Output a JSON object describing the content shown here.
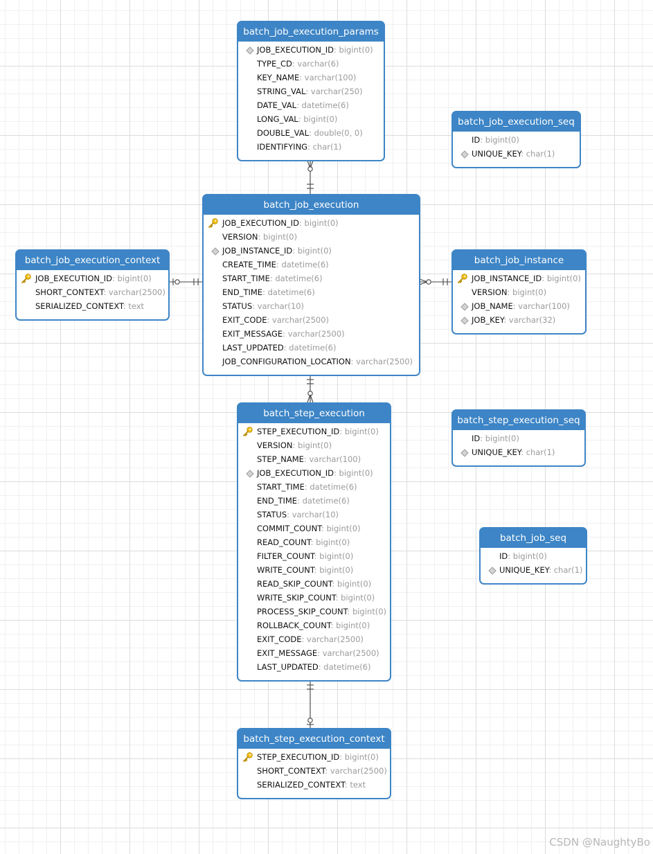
{
  "diagram": {
    "tables": [
      {
        "name": "batch_job_execution_params",
        "columns": [
          {
            "name": "JOB_EXECUTION_ID",
            "type": "bigint(0)",
            "key": "index"
          },
          {
            "name": "TYPE_CD",
            "type": "varchar(6)",
            "key": "none"
          },
          {
            "name": "KEY_NAME",
            "type": "varchar(100)",
            "key": "none"
          },
          {
            "name": "STRING_VAL",
            "type": "varchar(250)",
            "key": "none"
          },
          {
            "name": "DATE_VAL",
            "type": "datetime(6)",
            "key": "none"
          },
          {
            "name": "LONG_VAL",
            "type": "bigint(0)",
            "key": "none"
          },
          {
            "name": "DOUBLE_VAL",
            "type": "double(0, 0)",
            "key": "none"
          },
          {
            "name": "IDENTIFYING",
            "type": "char(1)",
            "key": "none"
          }
        ]
      },
      {
        "name": "batch_job_execution_seq",
        "columns": [
          {
            "name": "ID",
            "type": "bigint(0)",
            "key": "none"
          },
          {
            "name": "UNIQUE_KEY",
            "type": "char(1)",
            "key": "index"
          }
        ]
      },
      {
        "name": "batch_job_execution",
        "columns": [
          {
            "name": "JOB_EXECUTION_ID",
            "type": "bigint(0)",
            "key": "primary"
          },
          {
            "name": "VERSION",
            "type": "bigint(0)",
            "key": "none"
          },
          {
            "name": "JOB_INSTANCE_ID",
            "type": "bigint(0)",
            "key": "index"
          },
          {
            "name": "CREATE_TIME",
            "type": "datetime(6)",
            "key": "none"
          },
          {
            "name": "START_TIME",
            "type": "datetime(6)",
            "key": "none"
          },
          {
            "name": "END_TIME",
            "type": "datetime(6)",
            "key": "none"
          },
          {
            "name": "STATUS",
            "type": "varchar(10)",
            "key": "none"
          },
          {
            "name": "EXIT_CODE",
            "type": "varchar(2500)",
            "key": "none"
          },
          {
            "name": "EXIT_MESSAGE",
            "type": "varchar(2500)",
            "key": "none"
          },
          {
            "name": "LAST_UPDATED",
            "type": "datetime(6)",
            "key": "none"
          },
          {
            "name": "JOB_CONFIGURATION_LOCATION",
            "type": "varchar(2500)",
            "key": "none"
          }
        ]
      },
      {
        "name": "batch_job_execution_context",
        "columns": [
          {
            "name": "JOB_EXECUTION_ID",
            "type": "bigint(0)",
            "key": "primary"
          },
          {
            "name": "SHORT_CONTEXT",
            "type": "varchar(2500)",
            "key": "none"
          },
          {
            "name": "SERIALIZED_CONTEXT",
            "type": "text",
            "key": "none"
          }
        ]
      },
      {
        "name": "batch_job_instance",
        "columns": [
          {
            "name": "JOB_INSTANCE_ID",
            "type": "bigint(0)",
            "key": "primary"
          },
          {
            "name": "VERSION",
            "type": "bigint(0)",
            "key": "none"
          },
          {
            "name": "JOB_NAME",
            "type": "varchar(100)",
            "key": "index"
          },
          {
            "name": "JOB_KEY",
            "type": "varchar(32)",
            "key": "index"
          }
        ]
      },
      {
        "name": "batch_step_execution",
        "columns": [
          {
            "name": "STEP_EXECUTION_ID",
            "type": "bigint(0)",
            "key": "primary"
          },
          {
            "name": "VERSION",
            "type": "bigint(0)",
            "key": "none"
          },
          {
            "name": "STEP_NAME",
            "type": "varchar(100)",
            "key": "none"
          },
          {
            "name": "JOB_EXECUTION_ID",
            "type": "bigint(0)",
            "key": "index"
          },
          {
            "name": "START_TIME",
            "type": "datetime(6)",
            "key": "none"
          },
          {
            "name": "END_TIME",
            "type": "datetime(6)",
            "key": "none"
          },
          {
            "name": "STATUS",
            "type": "varchar(10)",
            "key": "none"
          },
          {
            "name": "COMMIT_COUNT",
            "type": "bigint(0)",
            "key": "none"
          },
          {
            "name": "READ_COUNT",
            "type": "bigint(0)",
            "key": "none"
          },
          {
            "name": "FILTER_COUNT",
            "type": "bigint(0)",
            "key": "none"
          },
          {
            "name": "WRITE_COUNT",
            "type": "bigint(0)",
            "key": "none"
          },
          {
            "name": "READ_SKIP_COUNT",
            "type": "bigint(0)",
            "key": "none"
          },
          {
            "name": "WRITE_SKIP_COUNT",
            "type": "bigint(0)",
            "key": "none"
          },
          {
            "name": "PROCESS_SKIP_COUNT",
            "type": "bigint(0)",
            "key": "none"
          },
          {
            "name": "ROLLBACK_COUNT",
            "type": "bigint(0)",
            "key": "none"
          },
          {
            "name": "EXIT_CODE",
            "type": "varchar(2500)",
            "key": "none"
          },
          {
            "name": "EXIT_MESSAGE",
            "type": "varchar(2500)",
            "key": "none"
          },
          {
            "name": "LAST_UPDATED",
            "type": "datetime(6)",
            "key": "none"
          }
        ]
      },
      {
        "name": "batch_step_execution_seq",
        "columns": [
          {
            "name": "ID",
            "type": "bigint(0)",
            "key": "none"
          },
          {
            "name": "UNIQUE_KEY",
            "type": "char(1)",
            "key": "index"
          }
        ]
      },
      {
        "name": "batch_job_seq",
        "columns": [
          {
            "name": "ID",
            "type": "bigint(0)",
            "key": "none"
          },
          {
            "name": "UNIQUE_KEY",
            "type": "char(1)",
            "key": "index"
          }
        ]
      },
      {
        "name": "batch_step_execution_context",
        "columns": [
          {
            "name": "STEP_EXECUTION_ID",
            "type": "bigint(0)",
            "key": "primary"
          },
          {
            "name": "SHORT_CONTEXT",
            "type": "varchar(2500)",
            "key": "none"
          },
          {
            "name": "SERIALIZED_CONTEXT",
            "type": "text",
            "key": "none"
          }
        ]
      }
    ],
    "relationships": [
      {
        "from": "batch_job_execution",
        "to": "batch_job_execution_params",
        "from_cardinality": "one-and-only-one",
        "to_cardinality": "zero-or-many"
      },
      {
        "from": "batch_job_execution",
        "to": "batch_job_execution_context",
        "from_cardinality": "one-and-only-one",
        "to_cardinality": "zero-or-one"
      },
      {
        "from": "batch_job_instance",
        "to": "batch_job_execution",
        "from_cardinality": "one-and-only-one",
        "to_cardinality": "zero-or-many"
      },
      {
        "from": "batch_job_execution",
        "to": "batch_step_execution",
        "from_cardinality": "one-and-only-one",
        "to_cardinality": "zero-or-many"
      },
      {
        "from": "batch_step_execution",
        "to": "batch_step_execution_context",
        "from_cardinality": "one-and-only-one",
        "to_cardinality": "zero-or-one"
      }
    ]
  },
  "theme": {
    "header_color": "#3d85c6",
    "type_color": "#9a9a9a",
    "key_color": "#f5c016"
  },
  "watermark": "CSDN @NaughtyBo"
}
